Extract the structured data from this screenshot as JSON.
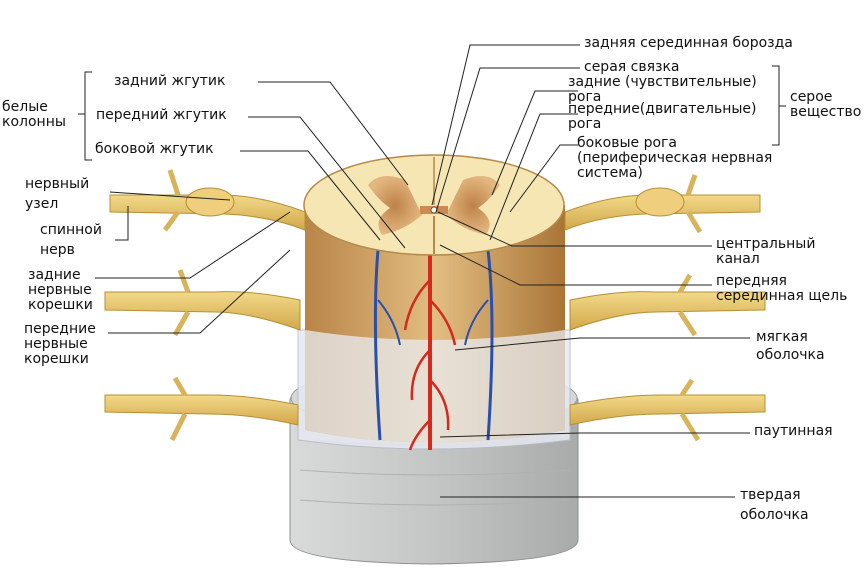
{
  "labels": {
    "white_columns": "белые\nколонны",
    "posterior_funiculus": "задний жгутик",
    "anterior_funiculus": "передний жгутик",
    "lateral_funiculus": "боковой жгутик",
    "nerve_ganglion": "нервный\nузел",
    "spinal_nerve": "спинной\nнерв",
    "posterior_roots": "задние\nнервные\nкорешки",
    "anterior_roots": "передние\nнервные\nкорешки",
    "posterior_median_sulcus": "задняя серединная борозда",
    "gray_commissure": "серая связка",
    "posterior_horns": "задние (чувствительные)\nрога",
    "anterior_horns": "передние(двигательные)\nрога",
    "lateral_horns": "боковые рога\n(периферическая нервная\nсистема)",
    "gray_matter": "серое\nвещество",
    "central_canal": "центральный\nканал",
    "anterior_median_fissure": "передняя\nсерединная щель",
    "pia_mater": "мягкая\nоболочка",
    "arachnoid": "паутинная",
    "dura_mater": "твердая\nоболочка"
  },
  "colors": {
    "nerve": "#e8c86a",
    "white_matter": "#f6e6b4",
    "gray_matter": "#c98b50",
    "cord_side": "#cfa066",
    "artery": "#d42a1e",
    "vein": "#2a4fa8",
    "pia": "#e9ecf2",
    "dura": "#c9cbcc",
    "line": "#222222"
  }
}
